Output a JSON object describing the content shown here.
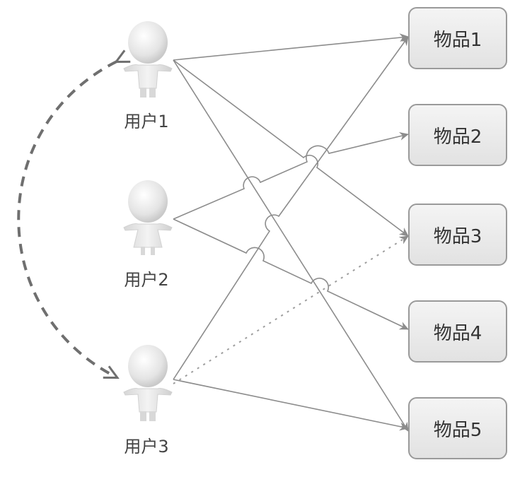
{
  "users": [
    {
      "id": "user1",
      "label": "用户1"
    },
    {
      "id": "user2",
      "label": "用户2"
    },
    {
      "id": "user3",
      "label": "用户3"
    }
  ],
  "items": [
    {
      "id": "item1",
      "label": "物品1"
    },
    {
      "id": "item2",
      "label": "物品2"
    },
    {
      "id": "item3",
      "label": "物品3"
    },
    {
      "id": "item4",
      "label": "物品4"
    },
    {
      "id": "item5",
      "label": "物品5"
    }
  ],
  "links": [
    {
      "from": "user1",
      "to": "item1",
      "style": "solid"
    },
    {
      "from": "user1",
      "to": "item3",
      "style": "solid"
    },
    {
      "from": "user1",
      "to": "item5",
      "style": "solid"
    },
    {
      "from": "user2",
      "to": "item2",
      "style": "solid"
    },
    {
      "from": "user2",
      "to": "item4",
      "style": "solid"
    },
    {
      "from": "user3",
      "to": "item1",
      "style": "solid"
    },
    {
      "from": "user3",
      "to": "item5",
      "style": "solid"
    },
    {
      "from": "user3",
      "to": "item3",
      "style": "dotted"
    }
  ],
  "similarity": {
    "from": "user1",
    "to": "user3",
    "style": "dashed",
    "bidirectional": true
  },
  "colors": {
    "line": "#8c8c8c",
    "dashed": "#6f6f6f",
    "box_border": "#9a9a9a"
  }
}
